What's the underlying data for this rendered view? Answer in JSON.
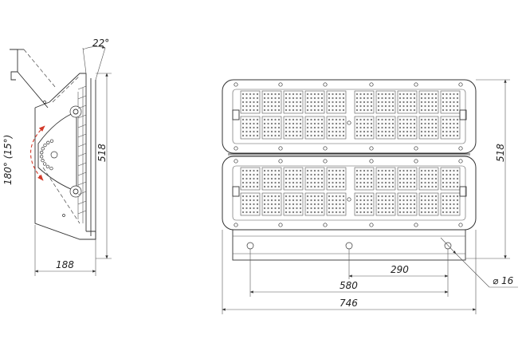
{
  "dimensions": {
    "side_width": "188",
    "side_height": "518",
    "tilt_angle": "22°",
    "rotation": "180° (15°)",
    "front_height": "518",
    "front_width": "746",
    "hole_spacing_outer": "580",
    "hole_spacing_half": "290",
    "hole_diameter": "⌀ 16"
  },
  "colors": {
    "line": "#333333",
    "rotation_arrow": "#d23a2a"
  }
}
